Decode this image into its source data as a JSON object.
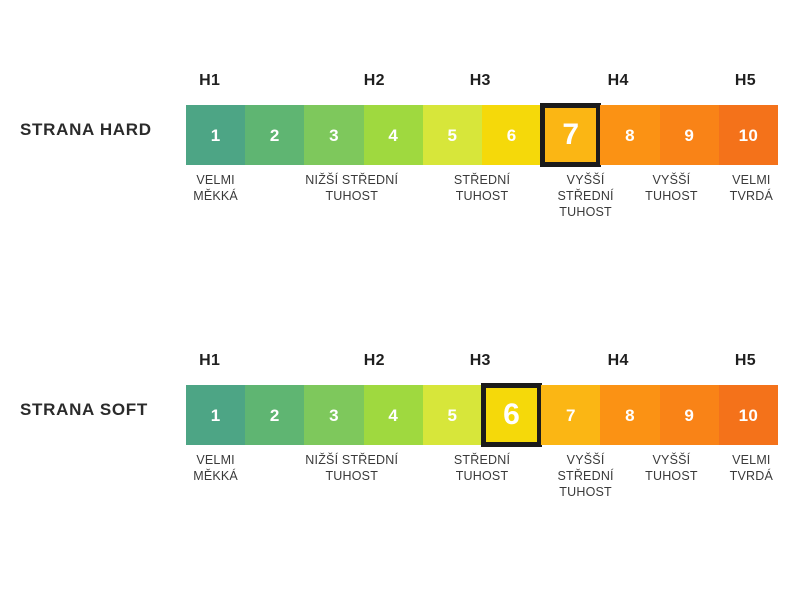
{
  "palette": {
    "c1": "#4da585",
    "c2": "#5fb572",
    "c3": "#7ec85c",
    "c4": "#9fd93f",
    "c5": "#d7e63a",
    "c6": "#f5d90a",
    "c7": "#fbb614",
    "c8": "#fb9214",
    "c9": "#f98317",
    "c10": "#f4721a",
    "highlight_border": "#1b1b1b",
    "text_dark": "#2b2b2b",
    "caption_text": "#3a3a3a",
    "number_text": "#ffffff",
    "background": "#ffffff"
  },
  "scales": [
    {
      "id": "hard",
      "row_label": "STRANA HARD",
      "group_headers": [
        {
          "label": "H1",
          "center_pct": 4.0
        },
        {
          "label": "H2",
          "center_pct": 31.8
        },
        {
          "label": "H3",
          "center_pct": 49.7
        },
        {
          "label": "H4",
          "center_pct": 73.0
        },
        {
          "label": "H5",
          "center_pct": 94.5
        }
      ],
      "cells": [
        {
          "number": "1",
          "color": "#4da585",
          "highlight": false
        },
        {
          "number": "2",
          "color": "#5fb572",
          "highlight": false
        },
        {
          "number": "3",
          "color": "#7ec85c",
          "highlight": false
        },
        {
          "number": "4",
          "color": "#9fd93f",
          "highlight": false
        },
        {
          "number": "5",
          "color": "#d7e63a",
          "highlight": false
        },
        {
          "number": "6",
          "color": "#f5d90a",
          "highlight": false
        },
        {
          "number": "7",
          "color": "#fbb614",
          "highlight": true
        },
        {
          "number": "8",
          "color": "#fb9214",
          "highlight": false
        },
        {
          "number": "9",
          "color": "#f98317",
          "highlight": false
        },
        {
          "number": "10",
          "color": "#f4721a",
          "highlight": false
        }
      ],
      "captions": [
        {
          "text": "VELMI\nMĚKKÁ",
          "center_pct": 5.0
        },
        {
          "text": "NIŽŠÍ STŘEDNÍ\nTUHOST",
          "center_pct": 28.0
        },
        {
          "text": "STŘEDNÍ\nTUHOST",
          "center_pct": 50.0
        },
        {
          "text": "VYŠŠÍ\nSTŘEDNÍ\nTUHOST",
          "center_pct": 67.5
        },
        {
          "text": "VYŠŠÍ\nTUHOST",
          "center_pct": 82.0
        },
        {
          "text": "VELMI\nTVRDÁ",
          "center_pct": 95.5
        }
      ]
    },
    {
      "id": "soft",
      "row_label": "STRANA SOFT",
      "group_headers": [
        {
          "label": "H1",
          "center_pct": 4.0
        },
        {
          "label": "H2",
          "center_pct": 31.8
        },
        {
          "label": "H3",
          "center_pct": 49.7
        },
        {
          "label": "H4",
          "center_pct": 73.0
        },
        {
          "label": "H5",
          "center_pct": 94.5
        }
      ],
      "cells": [
        {
          "number": "1",
          "color": "#4da585",
          "highlight": false
        },
        {
          "number": "2",
          "color": "#5fb572",
          "highlight": false
        },
        {
          "number": "3",
          "color": "#7ec85c",
          "highlight": false
        },
        {
          "number": "4",
          "color": "#9fd93f",
          "highlight": false
        },
        {
          "number": "5",
          "color": "#d7e63a",
          "highlight": false
        },
        {
          "number": "6",
          "color": "#f5d90a",
          "highlight": true
        },
        {
          "number": "7",
          "color": "#fbb614",
          "highlight": false
        },
        {
          "number": "8",
          "color": "#fb9214",
          "highlight": false
        },
        {
          "number": "9",
          "color": "#f98317",
          "highlight": false
        },
        {
          "number": "10",
          "color": "#f4721a",
          "highlight": false
        }
      ],
      "captions": [
        {
          "text": "VELMI\nMĚKKÁ",
          "center_pct": 5.0
        },
        {
          "text": "NIŽŠÍ STŘEDNÍ\nTUHOST",
          "center_pct": 28.0
        },
        {
          "text": "STŘEDNÍ\nTUHOST",
          "center_pct": 50.0
        },
        {
          "text": "VYŠŠÍ\nSTŘEDNÍ\nTUHOST",
          "center_pct": 67.5
        },
        {
          "text": "VYŠŠÍ\nTUHOST",
          "center_pct": 82.0
        },
        {
          "text": "VELMI\nTVRDÁ",
          "center_pct": 95.5
        }
      ]
    }
  ],
  "chart_data": {
    "type": "heatmap",
    "title": "",
    "xlabel": "",
    "ylabel": "",
    "categories": [
      "1",
      "2",
      "3",
      "4",
      "5",
      "6",
      "7",
      "8",
      "9",
      "10"
    ],
    "series": [
      {
        "name": "STRANA HARD",
        "values": [
          1,
          2,
          3,
          4,
          5,
          6,
          7,
          8,
          9,
          10
        ],
        "selected": 7
      },
      {
        "name": "STRANA SOFT",
        "values": [
          1,
          2,
          3,
          4,
          5,
          6,
          7,
          8,
          9,
          10
        ],
        "selected": 6
      }
    ],
    "group_bands": [
      "H1",
      "H2",
      "H3",
      "H4",
      "H5"
    ],
    "stiffness_labels": [
      "VELMI MĚKKÁ",
      "NIŽŠÍ STŘEDNÍ TUHOST",
      "STŘEDNÍ TUHOST",
      "VYŠŠÍ STŘEDNÍ TUHOST",
      "VYŠŠÍ TUHOST",
      "VELMI TVRDÁ"
    ],
    "colors": [
      "#4da585",
      "#5fb572",
      "#7ec85c",
      "#9fd93f",
      "#d7e63a",
      "#f5d90a",
      "#fbb614",
      "#fb9214",
      "#f98317",
      "#f4721a"
    ],
    "grid": false,
    "legend": "none"
  }
}
